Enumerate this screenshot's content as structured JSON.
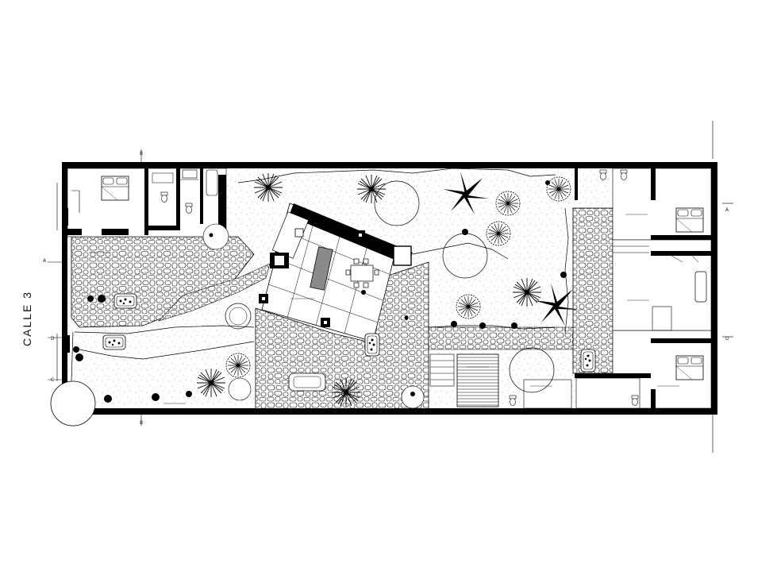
{
  "street_label": "CALLE 3",
  "section_markers": {
    "a": "A",
    "b": "B",
    "c": "C",
    "d": "D"
  },
  "colors": {
    "ink": "#000000",
    "paper": "#ffffff",
    "fill_grey": "#8a8a8a"
  },
  "icons": [
    "double-bed-icon",
    "toilet-icon",
    "bathtub-icon",
    "sink-icon",
    "dining-table-icon",
    "kitchen-island-icon",
    "stove-icon",
    "palm-tree-icon",
    "round-shrub-icon",
    "spiky-plant-icon",
    "jacuzzi-icon",
    "sofa-icon",
    "stairs-icon"
  ]
}
